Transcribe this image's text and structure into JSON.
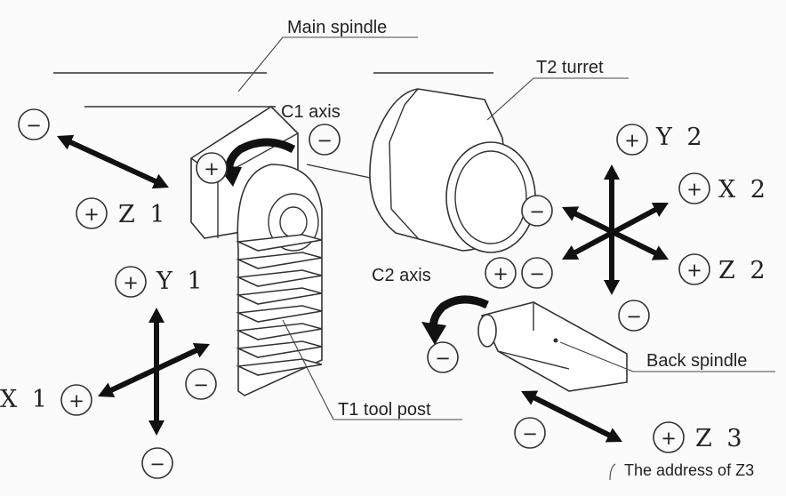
{
  "labels": {
    "main_spindle": "Main spindle",
    "t2_turret": "T2 turret",
    "c1_axis": "C1 axis",
    "c2_axis": "C2 axis",
    "back_spindle": "Back spindle",
    "t1_tool_post": "T1 tool post",
    "z3_note": "The address of Z3"
  },
  "axes": {
    "z1": "Z 1",
    "y1": "Y 1",
    "x1": "X 1",
    "y2": "Y 2",
    "x2": "X 2",
    "z2": "Z 2",
    "z3": "Z 3"
  },
  "signs": {
    "plus": "+",
    "minus": "−"
  }
}
